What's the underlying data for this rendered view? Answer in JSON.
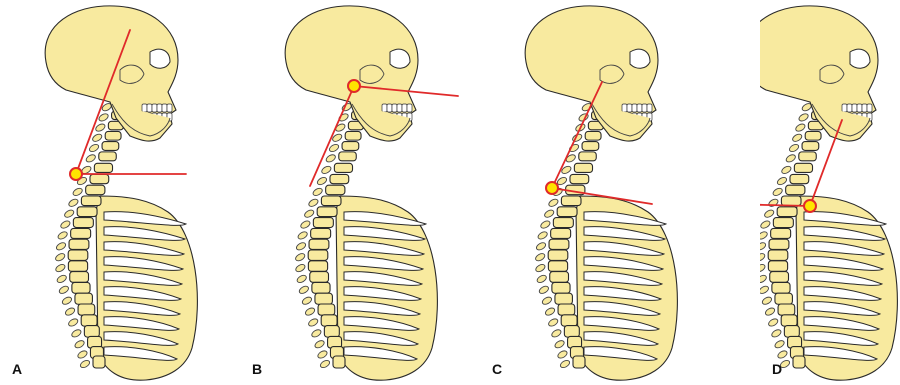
{
  "panels": [
    {
      "id": "A",
      "label": "A"
    },
    {
      "id": "B",
      "label": "B"
    },
    {
      "id": "C",
      "label": "C"
    },
    {
      "id": "D",
      "label": "D"
    }
  ],
  "colors": {
    "bone_fill": "#f8ea9f",
    "bone_outline": "#2a2a2a",
    "line": "#e02a2a",
    "marker_fill": "#ffe400"
  },
  "icons": [
    "skull-icon",
    "spine-icon",
    "ribcage-icon",
    "angle-marker-icon"
  ]
}
